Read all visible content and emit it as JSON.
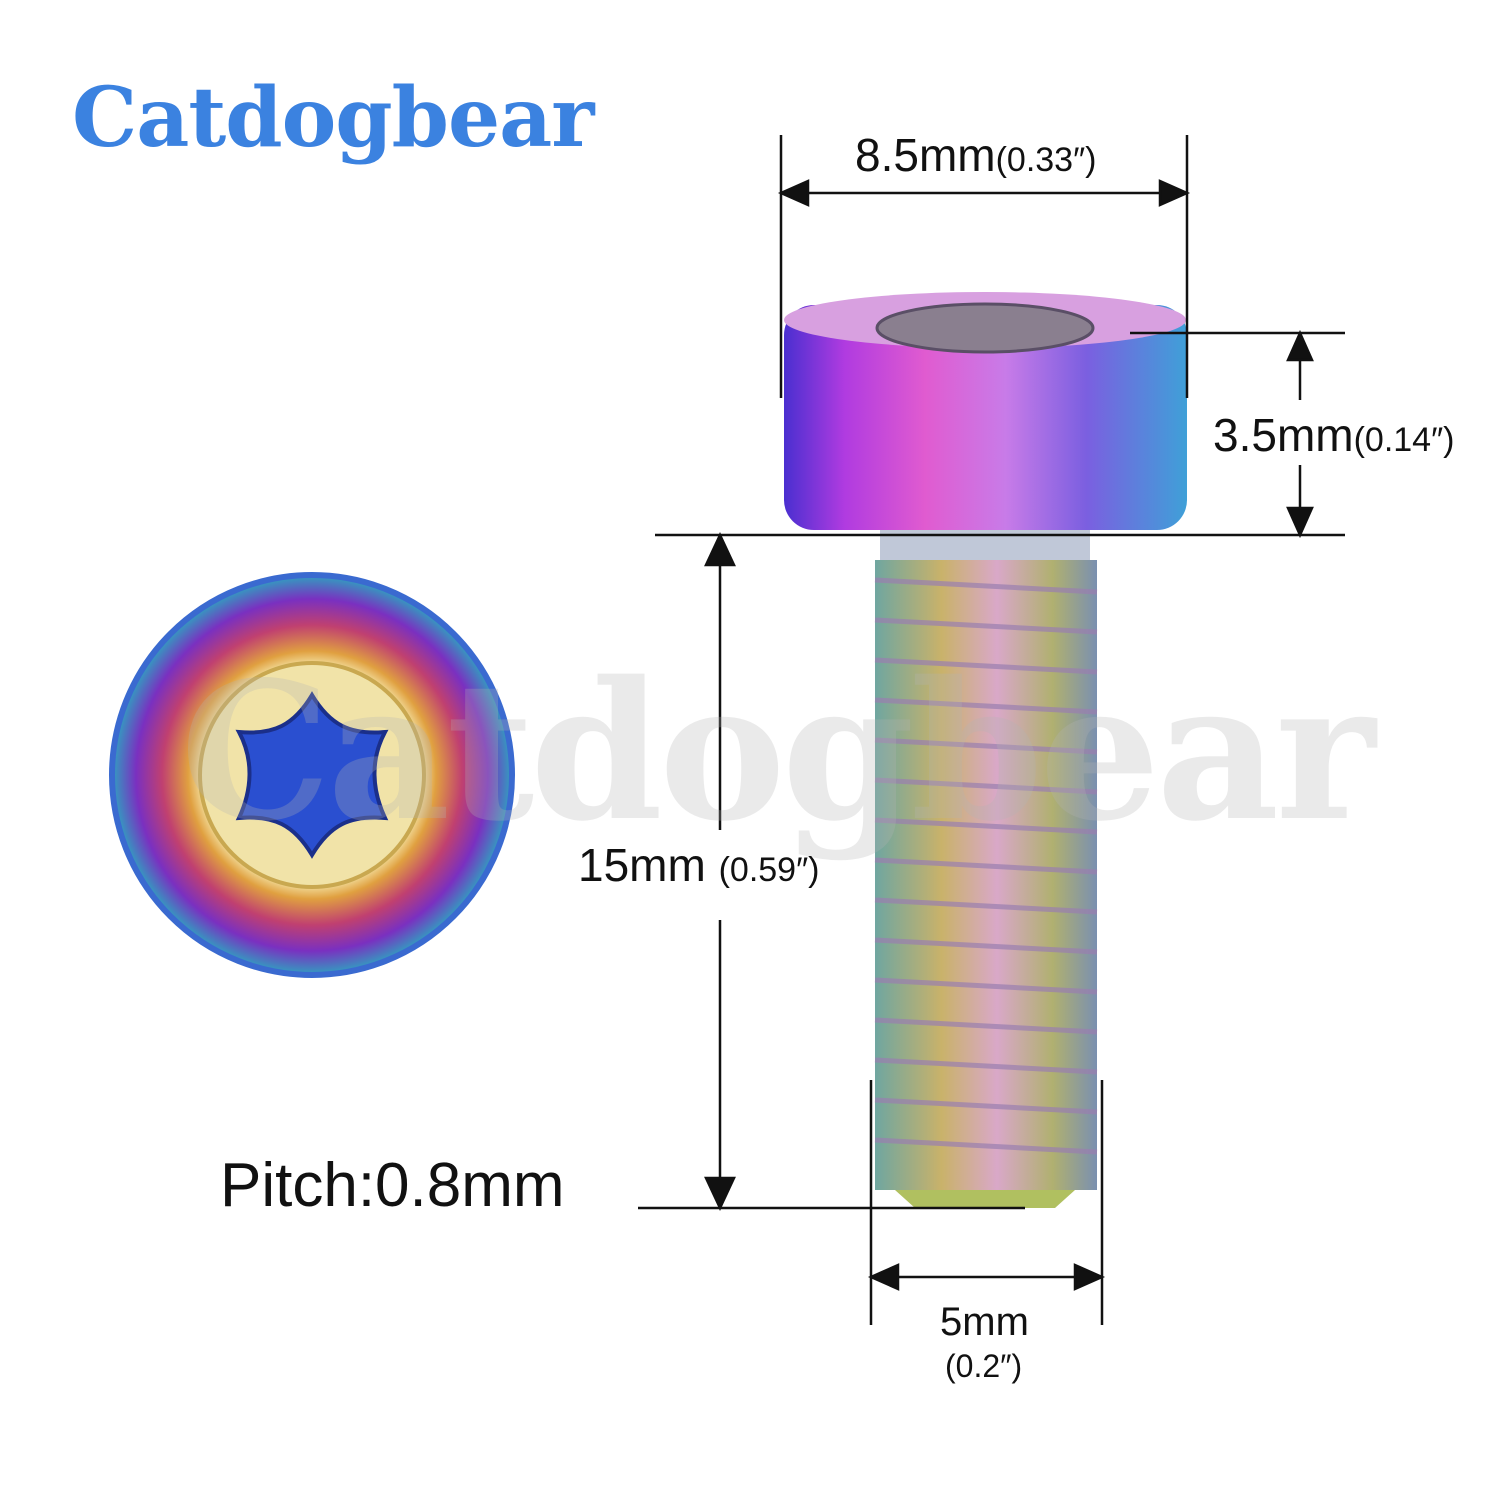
{
  "brand": {
    "name": "Catdogbear",
    "color": "#3b82e0"
  },
  "watermark": "Catdogbear",
  "dimensions": {
    "head_diameter": {
      "metric": "8.5mm",
      "imperial": "(0.33″)"
    },
    "head_height": {
      "metric": "3.5mm",
      "imperial": "(0.14″)"
    },
    "thread_length": {
      "metric": "15mm",
      "imperial": "(0.59″)"
    },
    "thread_diameter": {
      "metric": "5mm",
      "imperial": "(0.2″)"
    }
  },
  "pitch_label": "Pitch:0.8mm",
  "drive_type_icon": "torx-icon"
}
